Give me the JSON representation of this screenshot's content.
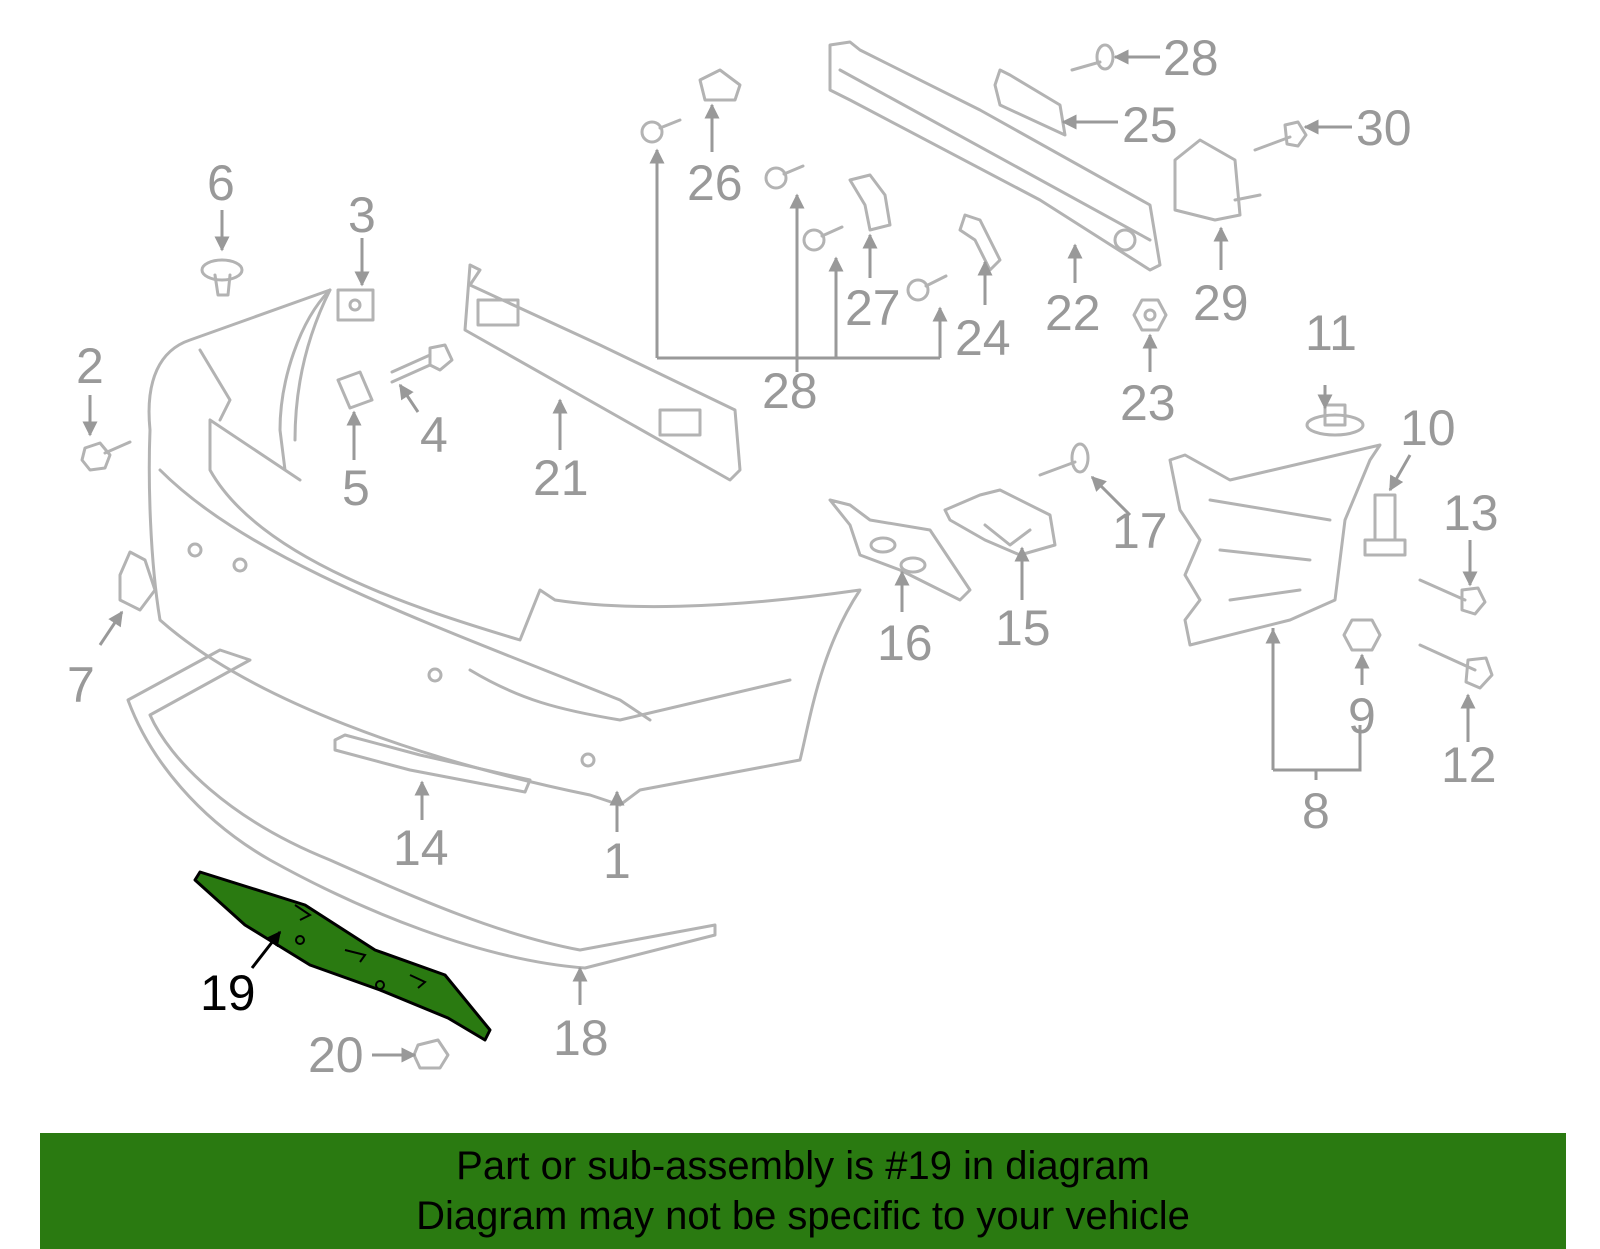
{
  "diagram": {
    "callouts": [
      "1",
      "2",
      "3",
      "4",
      "5",
      "6",
      "7",
      "8",
      "9",
      "10",
      "11",
      "12",
      "13",
      "14",
      "15",
      "16",
      "17",
      "18",
      "19",
      "20",
      "21",
      "22",
      "23",
      "24",
      "25",
      "26",
      "27",
      "28",
      "28",
      "29",
      "30"
    ],
    "highlighted_part": "19",
    "colors": {
      "highlight": "#2a7a11",
      "parts": "#b3b3b3",
      "labels": "#999999",
      "active_label": "#000000"
    }
  },
  "banner": {
    "line1": "Part or sub-assembly is #19 in diagram",
    "line2": "Diagram may not be specific to your vehicle",
    "background": "#2a7a11"
  }
}
